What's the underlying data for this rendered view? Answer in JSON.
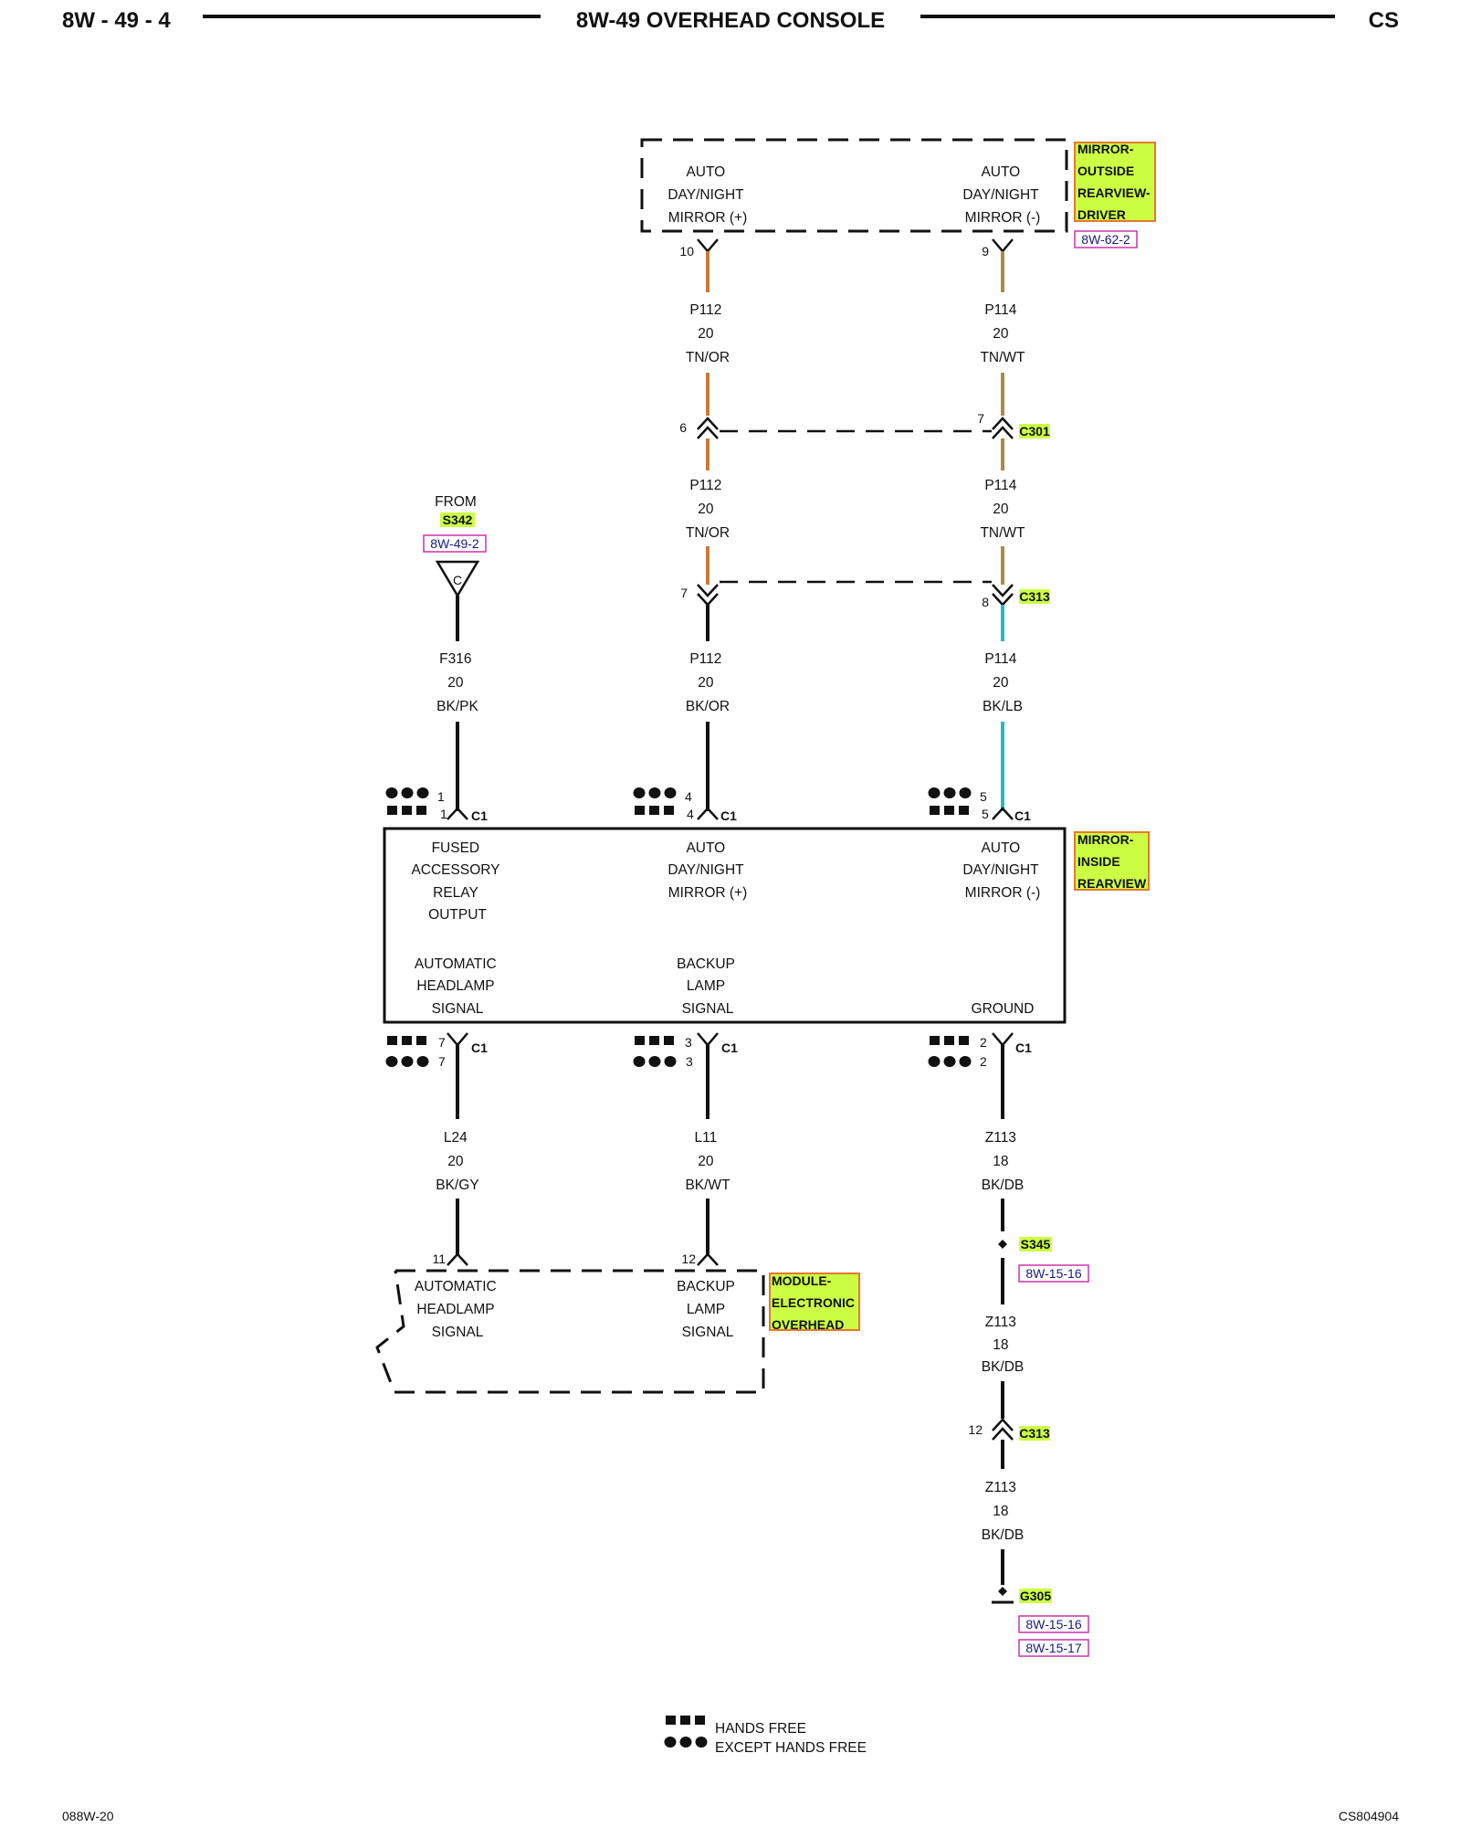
{
  "header": {
    "left": "8W - 49 - 4",
    "title": "8W-49 OVERHEAD CONSOLE",
    "right": "CS"
  },
  "footer": {
    "left": "088W-20",
    "right": "CS804904"
  },
  "legend": {
    "hands_free": "HANDS FREE",
    "except_hands_free": "EXCEPT HANDS FREE"
  },
  "components": {
    "outside_mirror": {
      "name_lines": [
        "MIRROR-",
        "OUTSIDE",
        "REARVIEW-",
        "DRIVER"
      ],
      "ref": "8W-62-2",
      "pins": [
        {
          "lines": [
            "AUTO",
            "DAY/NIGHT",
            "MIRROR (+)"
          ]
        },
        {
          "lines": [
            "AUTO",
            "DAY/NIGHT",
            "MIRROR (-)"
          ]
        }
      ]
    },
    "inside_mirror": {
      "name_lines": [
        "MIRROR-",
        "INSIDE",
        "REARVIEW"
      ],
      "top_pins": [
        {
          "lines": [
            "FUSED",
            "ACCESSORY",
            "RELAY",
            "OUTPUT"
          ]
        },
        {
          "lines": [
            "AUTO",
            "DAY/NIGHT",
            "MIRROR (+)"
          ]
        },
        {
          "lines": [
            "AUTO",
            "DAY/NIGHT",
            "MIRROR (-)"
          ]
        }
      ],
      "bottom_pins": [
        {
          "lines": [
            "AUTOMATIC",
            "HEADLAMP",
            "SIGNAL"
          ]
        },
        {
          "lines": [
            "BACKUP",
            "LAMP",
            "SIGNAL"
          ]
        },
        {
          "lines": [
            "GROUND"
          ]
        }
      ]
    },
    "overhead_module": {
      "name_lines": [
        "MODULE-",
        "ELECTRONIC",
        "OVERHEAD"
      ],
      "pins": [
        {
          "lines": [
            "AUTOMATIC",
            "HEADLAMP",
            "SIGNAL"
          ]
        },
        {
          "lines": [
            "BACKUP",
            "LAMP",
            "SIGNAL"
          ]
        }
      ]
    }
  },
  "source": {
    "from": "FROM",
    "splice": "S342",
    "ref": "8W-49-2",
    "letter": "C"
  },
  "connectors": {
    "c301": "C301",
    "c313": "C313",
    "c1": "C1"
  },
  "splice_s345": {
    "name": "S345",
    "ref": "8W-15-16"
  },
  "ground_g305": {
    "name": "G305",
    "refs": [
      "8W-15-16",
      "8W-15-17"
    ]
  },
  "pin_numbers": {
    "outside_left": "10",
    "outside_right": "9",
    "c301_left": "6",
    "c301_right": "7",
    "c313_left": "7",
    "c313_right": "8",
    "c1_top": [
      "1",
      "1",
      "4",
      "4",
      "5",
      "5"
    ],
    "c1_bottom": [
      "7",
      "7",
      "3",
      "3",
      "2",
      "2"
    ],
    "module_left": "11",
    "module_right": "12",
    "c313_ground": "12"
  },
  "wires": {
    "p112_a": [
      "P112",
      "20",
      "TN/OR"
    ],
    "p114_a": [
      "P114",
      "20",
      "TN/WT"
    ],
    "p112_b": [
      "P112",
      "20",
      "TN/OR"
    ],
    "p114_b": [
      "P114",
      "20",
      "TN/WT"
    ],
    "f316": [
      "F316",
      "20",
      "BK/PK"
    ],
    "p112_c": [
      "P112",
      "20",
      "BK/OR"
    ],
    "p114_c": [
      "P114",
      "20",
      "BK/LB"
    ],
    "l24": [
      "L24",
      "20",
      "BK/GY"
    ],
    "l11": [
      "L11",
      "20",
      "BK/WT"
    ],
    "z113_a": [
      "Z113",
      "18",
      "BK/DB"
    ],
    "z113_b": [
      "Z113",
      "18",
      "BK/DB"
    ],
    "z113_c": [
      "Z113",
      "18",
      "BK/DB"
    ]
  },
  "colors": {
    "tag_fill": "#ccff44",
    "tag_border": "#e8782a",
    "ref_border": "#cc33aa",
    "tan_orange": "#c87a3a",
    "tan": "#a98a4a",
    "cyan": "#2ab8c8",
    "black": "#111111"
  }
}
